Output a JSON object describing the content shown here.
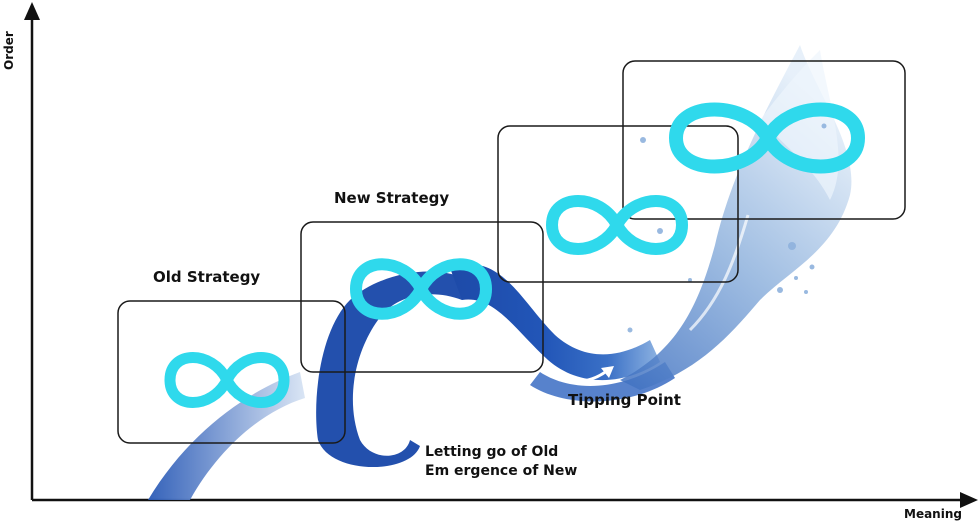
{
  "axes": {
    "y_label": "Order",
    "x_label": "Meaning"
  },
  "stages": [
    {
      "label": "Old Strategy"
    },
    {
      "label": "New Strategy"
    },
    {
      "label": "",
      "note": ""
    },
    {
      "label": ""
    }
  ],
  "annotations": {
    "tipping_point": "Tipping Point",
    "letting_go_line1": "Letting go of Old",
    "letting_go_line2": "Em ergence of New"
  },
  "colors": {
    "infinity": "#2fd9ec",
    "ribbon_dark": "#1f4fae",
    "ribbon_light": "#9fc0ea",
    "water": "#7ea7d3",
    "box_stroke": "#1a1a1a",
    "axis": "#111111"
  },
  "icons": [
    "infinity-icon",
    "arrow-up-icon",
    "arrow-right-icon"
  ]
}
